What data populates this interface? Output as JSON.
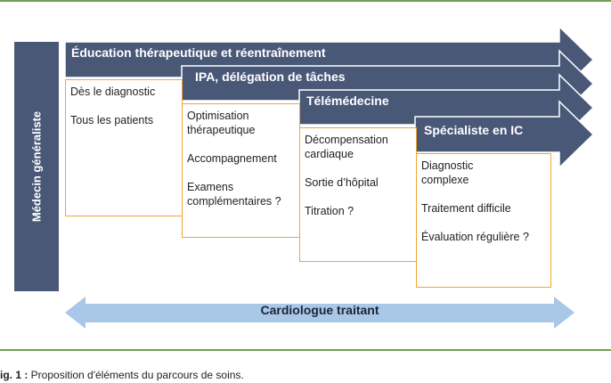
{
  "vertical_label": "Médecin généraliste",
  "arrows": [
    {
      "title": "Éducation thérapeutique et réentraînement"
    },
    {
      "title": "IPA, délégation de tâches"
    },
    {
      "title": "Télémédecine"
    },
    {
      "title": "Spécialiste en IC"
    }
  ],
  "boxes": [
    {
      "items": [
        "Dès le diagnostic",
        "Tous les patients"
      ]
    },
    {
      "items": [
        "Optimisation thérapeutique",
        "Accompagnement",
        "Examens complémentaires ?"
      ]
    },
    {
      "items": [
        "Décompensation cardiaque",
        "Sortie d’hôpital",
        "Titration ?"
      ]
    },
    {
      "items": [
        "Diagnostic complexe",
        "Traitement difficile",
        "Évaluation régulière ?"
      ]
    }
  ],
  "bottom_arrow": "Cardiologue traitant",
  "caption": {
    "label": "ig. 1 :",
    "text": " Proposition d'éléments du parcours de soins."
  },
  "colors": {
    "dark": "#4a5878",
    "orange": "#f0a535",
    "light_blue": "#a9c8e8",
    "green": "#6fa150"
  }
}
